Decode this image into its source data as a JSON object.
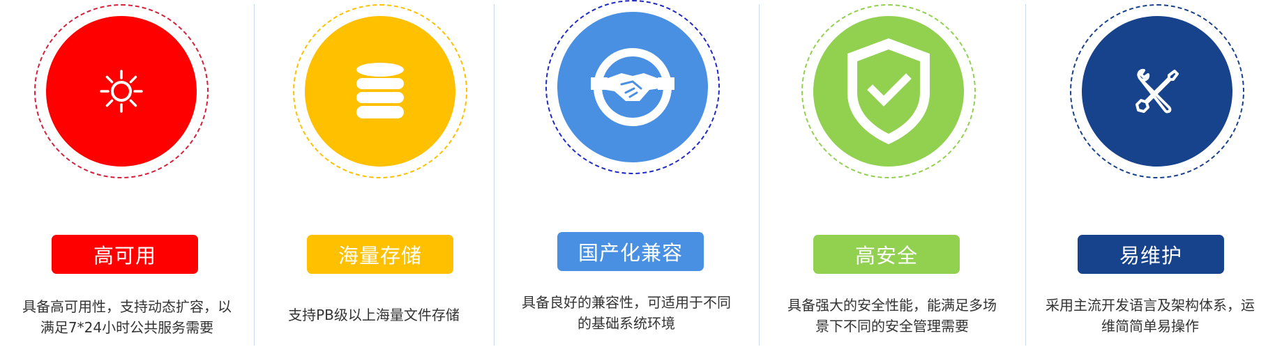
{
  "features": [
    {
      "title": "高可用",
      "desc_line1": "具备高可用性，支持动态扩容，以",
      "desc_line2": "满足7*24小时公共服务需要",
      "color": "#ff0000",
      "icon": "sun-icon"
    },
    {
      "title": "海量存储",
      "desc_line1": "支持PB级以上海量文件存储",
      "desc_line2": "",
      "color": "#ffc000",
      "icon": "database-icon"
    },
    {
      "title": "国产化兼容",
      "desc_line1": "具备良好的兼容性，可适用于不同",
      "desc_line2": "的基础系统环境",
      "color": "#4a90e2",
      "icon": "handshake-icon"
    },
    {
      "title": "高安全",
      "desc_line1": "具备强大的安全性能，能满足多场",
      "desc_line2": "景下不同的安全管理需要",
      "color": "#92d050",
      "icon": "shield-check-icon"
    },
    {
      "title": "易维护",
      "desc_line1": "采用主流开发语言及架构体系，运",
      "desc_line2": "维简简单易操作",
      "color": "#17428c",
      "icon": "tools-icon"
    }
  ]
}
